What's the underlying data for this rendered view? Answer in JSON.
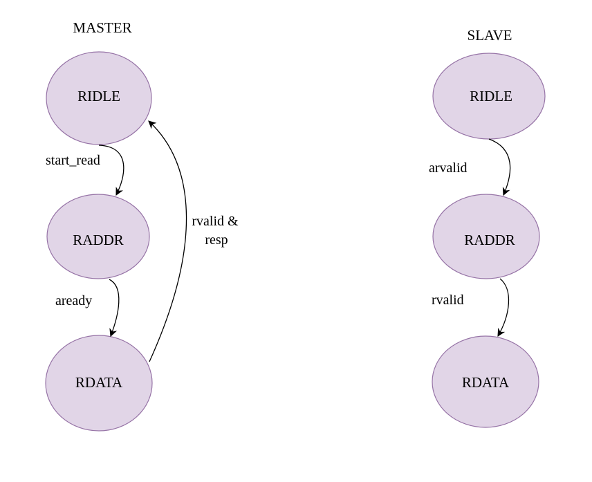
{
  "master": {
    "title": "MASTER",
    "states": {
      "ridle": "RIDLE",
      "raddr": "RADDR",
      "rdata": "RDATA"
    },
    "transitions": {
      "start_read": "start_read",
      "aready": "aready",
      "rvalid_resp_line1": "rvalid &",
      "rvalid_resp_line2": "resp"
    }
  },
  "slave": {
    "title": "SLAVE",
    "states": {
      "ridle": "RIDLE",
      "raddr": "RADDR",
      "rdata": "RDATA"
    },
    "transitions": {
      "arvalid": "arvalid",
      "rvalid": "rvalid"
    }
  },
  "colors": {
    "state_fill": "#e1d5e7",
    "state_stroke": "#9673a6",
    "edge": "#000000"
  }
}
